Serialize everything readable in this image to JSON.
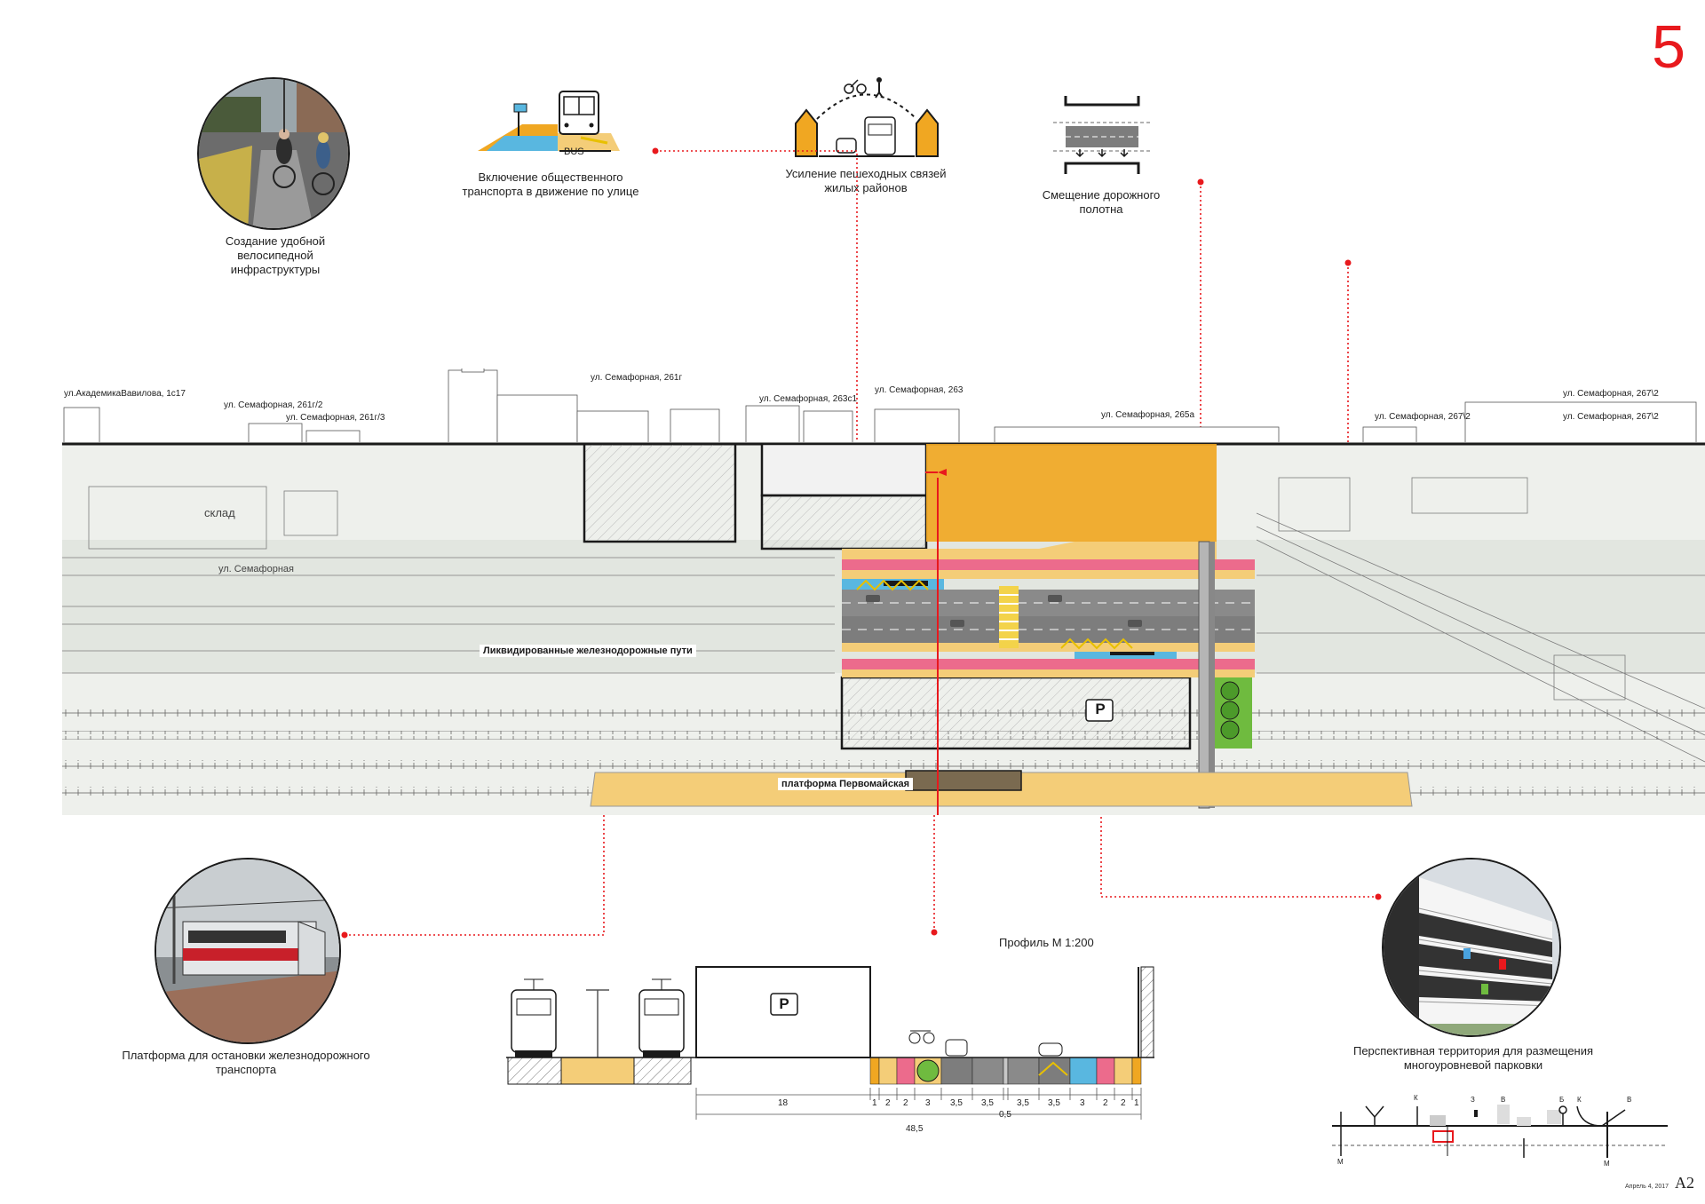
{
  "sheet_number": "5",
  "captions": {
    "bike": "Создание удобной велосипедной инфраструктуры",
    "bus": "Включение общественного транспорта в движение по улице",
    "pedestrian": "Усиление пешеходных связей жилых районов",
    "road_shift": "Смещение дорожного полотна",
    "train": "Платформа для остановки железнодорожного транспорта",
    "parking": "Перспективная территория для размещения многоуровневой парковки"
  },
  "icon_labels": {
    "bus": "BUS"
  },
  "streets": [
    "ул.АкадемикаВавилова, 1с17",
    "ул. Семафорная, 261г/2",
    "ул. Семафорная, 261г/3",
    "ул. Семафорная, 261г",
    "ул. Семафорная, 263с1",
    "ул. Семафорная, 263",
    "ул. Семафорная, 265а",
    "ул. Семафорная, 267\\2",
    "ул. Семафорная, 267\\2",
    "ул. Семафорная, 267\\2"
  ],
  "plan_labels": {
    "removed_tracks": "Ликвидированные железнодорожные пути",
    "platform": "платформа Первомайская",
    "parking_symbol": "P",
    "map_warehouse": "склад",
    "map_street": "ул. Семафорная"
  },
  "profile": {
    "title": "Профиль М 1:200",
    "parking_symbol": "P",
    "dimensions": [
      "18",
      "1",
      "2",
      "2",
      "3",
      "3,5",
      "3,5",
      "3,5",
      "3,5",
      "3",
      "2",
      "2",
      "1"
    ],
    "median": "0,5",
    "total": "48,5"
  },
  "keymap_letters": [
    "М",
    "К",
    "З",
    "В",
    "Б",
    "К",
    "В",
    "М"
  ],
  "footer": {
    "date": "Апрель 4, 2017",
    "format": "A2"
  },
  "colors": {
    "accent_red": "#e8191d",
    "orange": "#f0a722",
    "sand": "#f4cd78",
    "blue": "#59b7e0",
    "pink": "#ec6b8c",
    "green": "#6fbb3f",
    "asphalt": "#7d7d7d"
  }
}
